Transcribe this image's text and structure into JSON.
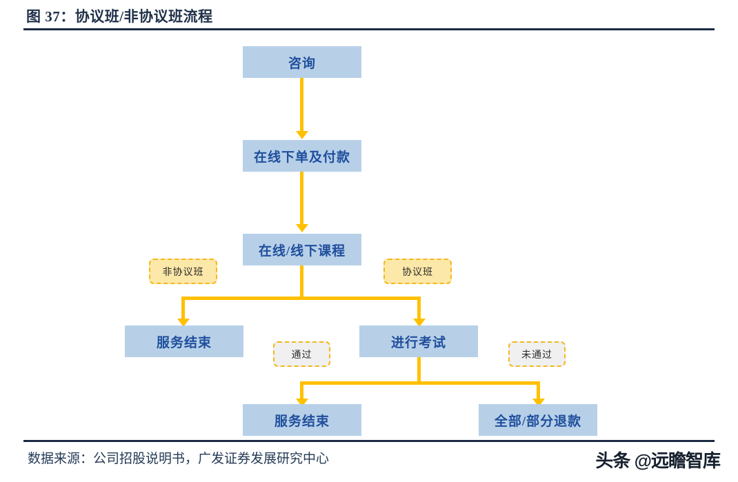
{
  "header": {
    "figure_label": "图 37：",
    "title": "协议班/非协议班流程",
    "full_title": "图  37：协议班/非协议班流程"
  },
  "footer": {
    "source": "数据来源：公司招股说明书，广发证券发展研究中心",
    "watermark": "头条 @远瞻智库"
  },
  "colors": {
    "node_fill": "#b7d0e8",
    "node_text": "#1f4e9c",
    "connector": "#ffc000",
    "tag_border": "#f5b719",
    "tag_yellow_fill": "#fce8a8",
    "tag_gray_fill": "#f0f0f0",
    "rule": "#1b2a42",
    "title_text": "#1f3048"
  },
  "chart_data": {
    "type": "diagram",
    "title": "协议班/非协议班流程",
    "nodes": [
      {
        "id": "consult",
        "label": "咨询",
        "kind": "process"
      },
      {
        "id": "order_pay",
        "label": "在线下单及付款",
        "kind": "process"
      },
      {
        "id": "course",
        "label": "在线/线下课程",
        "kind": "process"
      },
      {
        "id": "service_end_1",
        "label": "服务结束",
        "kind": "process"
      },
      {
        "id": "exam",
        "label": "进行考试",
        "kind": "process"
      },
      {
        "id": "service_end_2",
        "label": "服务结束",
        "kind": "process"
      },
      {
        "id": "refund",
        "label": "全部/部分退款",
        "kind": "process"
      }
    ],
    "labels": [
      {
        "id": "non_contract",
        "label": "非协议班",
        "style": "yellow"
      },
      {
        "id": "contract",
        "label": "协议班",
        "style": "yellow"
      },
      {
        "id": "passed",
        "label": "通过",
        "style": "gray"
      },
      {
        "id": "failed",
        "label": "未通过",
        "style": "gray"
      }
    ],
    "edges": [
      {
        "from": "consult",
        "to": "order_pay"
      },
      {
        "from": "order_pay",
        "to": "course"
      },
      {
        "from": "course",
        "to": "service_end_1",
        "label": "非协议班"
      },
      {
        "from": "course",
        "to": "exam",
        "label": "协议班"
      },
      {
        "from": "exam",
        "to": "service_end_2",
        "label": "通过"
      },
      {
        "from": "exam",
        "to": "refund",
        "label": "未通过"
      }
    ]
  },
  "nodes": {
    "consult": "咨询",
    "order_pay": "在线下单及付款",
    "course": "在线/线下课程",
    "service_end_1": "服务结束",
    "exam": "进行考试",
    "service_end_2": "服务结束",
    "refund": "全部/部分退款"
  },
  "tags": {
    "non_contract": "非协议班",
    "contract": "协议班",
    "passed": "通过",
    "failed": "未通过"
  }
}
